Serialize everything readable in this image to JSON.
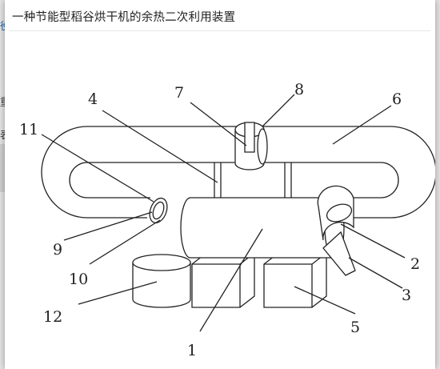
{
  "dialog": {
    "title": "一种节能型稻谷烘干机的余热二次利用装置"
  },
  "background": {
    "fragments": [
      "役",
      "重",
      "表"
    ]
  },
  "figure": {
    "labels": [
      "1",
      "2",
      "3",
      "4",
      "5",
      "6",
      "7",
      "8",
      "9",
      "10",
      "11",
      "12"
    ]
  }
}
